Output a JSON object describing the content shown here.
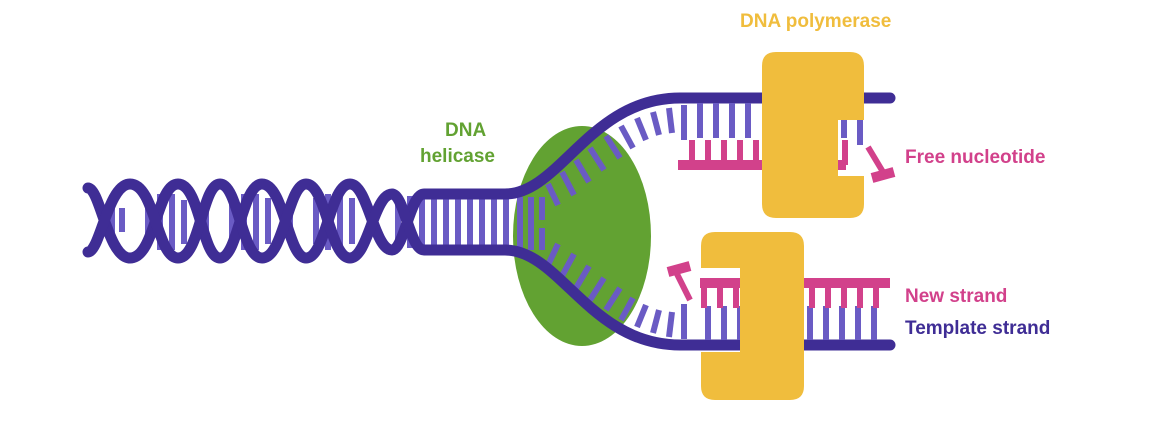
{
  "labels": {
    "polymerase": "DNA polymerase",
    "helicase_line1": "DNA",
    "helicase_line2": "helicase",
    "free_nucleotide": "Free nucleotide",
    "new_strand": "New strand",
    "template_strand": "Template strand"
  },
  "colors": {
    "template": "#3f2d95",
    "rung": "#6a5bc4",
    "new_strand": "#d2418b",
    "helicase": "#62a232",
    "polymerase": "#f0bd3d",
    "label_polymerase": "#f0bd3d",
    "label_helicase": "#62a232",
    "label_pink": "#d2418b",
    "label_template": "#3f2d95"
  }
}
